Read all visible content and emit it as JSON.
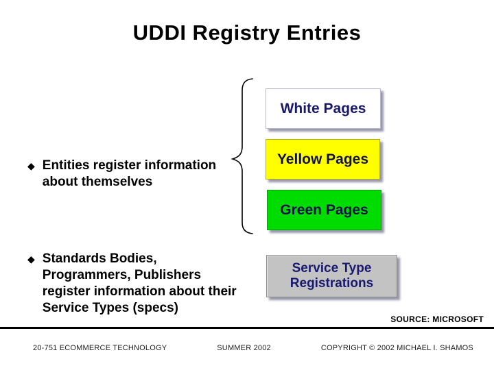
{
  "slide": {
    "title": "UDDI Registry Entries",
    "bullet_glyph": "◆",
    "bullets": [
      {
        "lines": [
          "Entities register information",
          "about themselves"
        ]
      },
      {
        "lines": [
          "Standards Bodies,",
          "Programmers, Publishers",
          "register information about their",
          "Service Types (specs)"
        ]
      }
    ],
    "boxes": [
      {
        "label": "White Pages",
        "bg": "#FFFFFF",
        "border": "#B6B6D2",
        "text_color": "#191970"
      },
      {
        "label": "Yellow Pages",
        "bg": "#FFFF00",
        "border": "#B5B500",
        "text_color": "#10104A"
      },
      {
        "label": "Green Pages",
        "bg": "#00DC00",
        "border": "#00A400",
        "text_color": "#10104A"
      },
      {
        "label": "Service Type Registrations",
        "lines": [
          "Service Type",
          "Registrations"
        ],
        "bg": "#C3C3C3",
        "border": "#8F8F8F",
        "text_color": "#191970"
      }
    ],
    "source_note": "SOURCE: MICROSOFT",
    "footer": {
      "left": "20-751 ECOMMERCE TECHNOLOGY",
      "center": "SUMMER 2002",
      "right": "COPYRIGHT © 2002 MICHAEL I. SHAMOS"
    },
    "colors": {
      "shadow": "#9898AB",
      "title_text": "#000000",
      "body_text": "#000000",
      "divider": "#000000"
    }
  }
}
